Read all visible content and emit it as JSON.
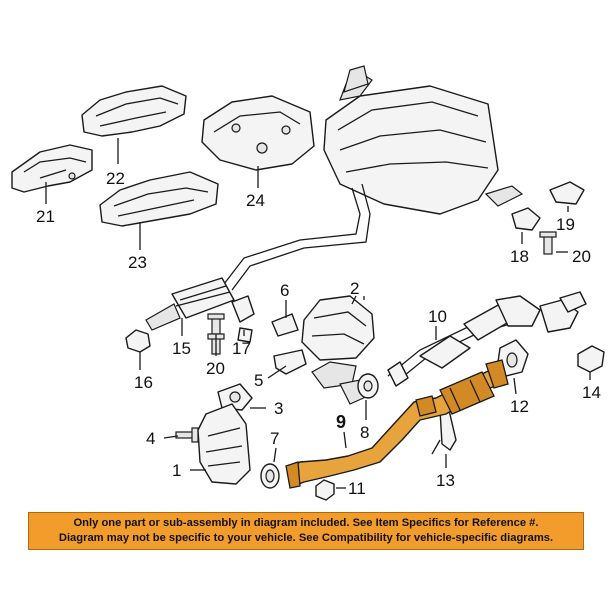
{
  "colors": {
    "highlight": "#e8a43c",
    "banner": "#f29d2b",
    "line": "#1a1a1a"
  },
  "callouts": {
    "c1": "1",
    "c2": "2",
    "c3": "3",
    "c4": "4",
    "c5": "5",
    "c6": "6",
    "c7": "7",
    "c8": "8",
    "c9": "9",
    "c10": "10",
    "c11": "11",
    "c12": "12",
    "c13": "13",
    "c14": "14",
    "c15": "15",
    "c16": "16",
    "c17": "17",
    "c18": "18",
    "c19": "19",
    "c20a": "20",
    "c20b": "20",
    "c21": "21",
    "c22": "22",
    "c23": "23",
    "c24": "24"
  },
  "highlighted_part": "9",
  "banner": {
    "line1": "Only one part or sub-assembly in diagram included. See Item Specifics for Reference #.",
    "line2": "Diagram may not be specific to your vehicle. See Compatibility for vehicle-specific diagrams."
  }
}
